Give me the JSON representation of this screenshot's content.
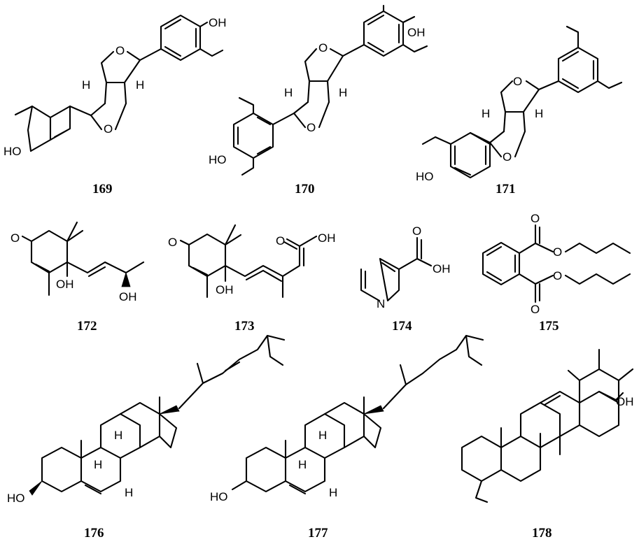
{
  "compounds": [
    {
      "id": "169",
      "labels": [
        "OH",
        "O",
        "H",
        "H",
        "O",
        "HO"
      ]
    },
    {
      "id": "170",
      "labels": [
        "OH",
        "O",
        "H",
        "H",
        "O",
        "HO"
      ]
    },
    {
      "id": "171",
      "labels": [
        "O",
        "H",
        "H",
        "O",
        "HO"
      ]
    },
    {
      "id": "172",
      "labels": [
        "O",
        "OH",
        "OH"
      ]
    },
    {
      "id": "173",
      "labels": [
        "O",
        "OH",
        "O",
        "OH"
      ]
    },
    {
      "id": "174",
      "labels": [
        "O",
        "OH",
        "N"
      ]
    },
    {
      "id": "175",
      "labels": [
        "O",
        "O",
        "O",
        "O"
      ]
    },
    {
      "id": "176",
      "labels": [
        "H",
        "H",
        "H",
        "HO"
      ]
    },
    {
      "id": "177",
      "labels": [
        "H",
        "H",
        "H",
        "HO"
      ]
    },
    {
      "id": "178",
      "labels": [
        "OH"
      ]
    }
  ]
}
